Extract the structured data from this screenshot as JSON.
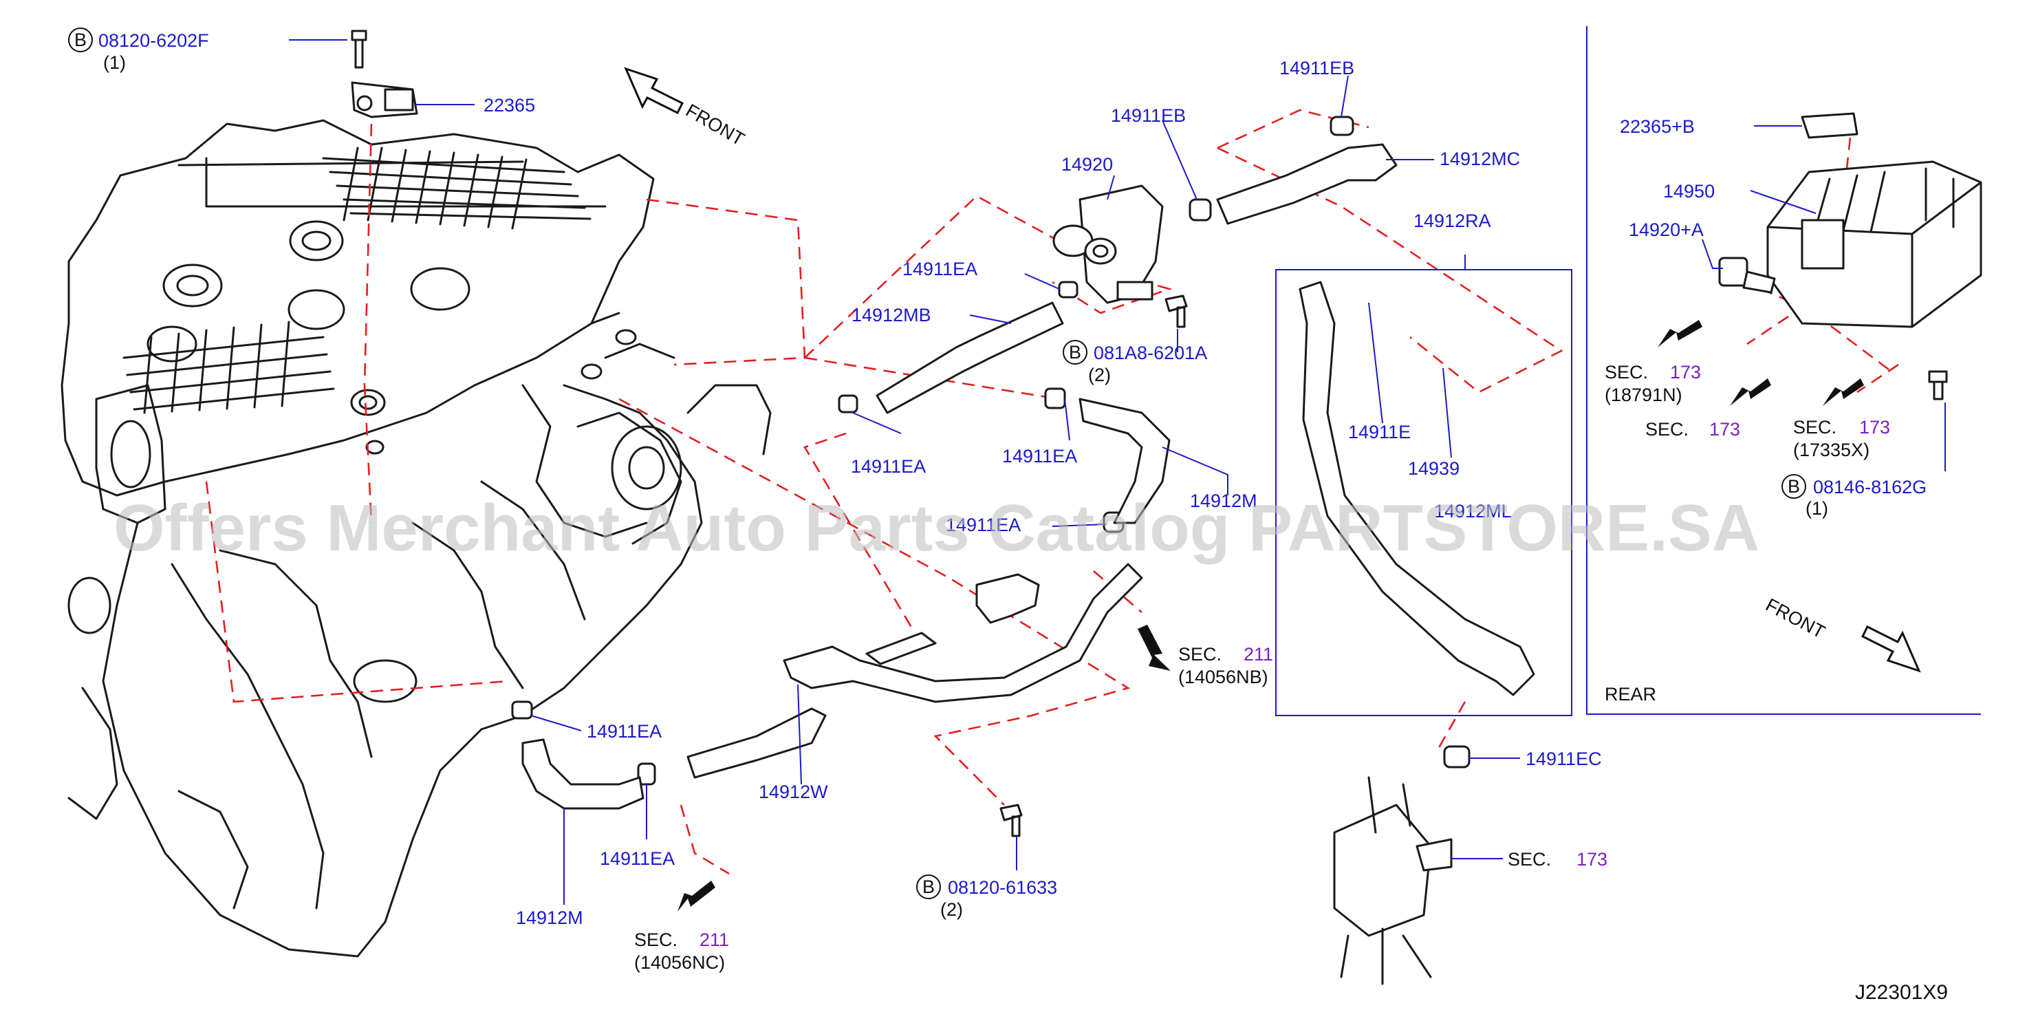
{
  "diagram": {
    "labels": {
      "bolt_top": "08120-6202F",
      "bolt_top_qty": "(1)",
      "sensor": "22365",
      "front_left": "FRONT",
      "clamp_eb_top": "14911EB",
      "clamp_eb": "14911EB",
      "hose_mc": "14912MC",
      "valve": "14920",
      "clamp_ea_1": "14911EA",
      "hose_mb": "14912MB",
      "bolt_mid": "081A8-6201A",
      "bolt_mid_qty": "(2)",
      "hose_ra": "14912RA",
      "clamp_e": "14911E",
      "filter": "14939",
      "clamp_ea_2": "14911EA",
      "clamp_ea_3": "14911EA",
      "hose_m_partial": "14912M",
      "clamp_ea_4": "14911EA",
      "hose_ml_partial": "14912ML",
      "sec_211_a": "SEC.",
      "sec_211_a_num": "211",
      "sec_211_a_ref": "(14056NB)",
      "clamp_ea_5": "14911EA",
      "tube_w": "14912W",
      "clamp_ea_6": "14911EA",
      "hose_m": "14912M",
      "bolt_bottom": "08120-61633",
      "bolt_bottom_qty": "(2)",
      "sec_211_b": "SEC.",
      "sec_211_b_num": "211",
      "sec_211_b_ref": "(14056NC)",
      "clamp_ec": "14911EC",
      "sec_173_mid": "SEC.",
      "sec_173_mid_num": "173",
      "sensor_b": "22365+B",
      "canister": "14950",
      "valve_a": "14920+A",
      "sec_173_r1": "SEC.",
      "sec_173_r1_num": "173",
      "sec_173_r1_ref": "(18791N)",
      "sec_173_r2": "SEC.",
      "sec_173_r2_num": "173",
      "sec_173_r3": "SEC.",
      "sec_173_r3_num": "173",
      "sec_173_r3_ref": "(17335X)",
      "bolt_right": "08146-8162G",
      "bolt_right_qty": "(1)",
      "front_right": "FRONT",
      "rear": "REAR",
      "drawing_no": "J22301X9",
      "b_marker": "B"
    },
    "watermark": "Offers Merchant Auto Parts Catalog PARTSTORE.SA",
    "colors": {
      "part_number": "#1a1acc",
      "section_number": "#7a1fc7",
      "phantom_line": "#e02020",
      "linework": "#1a1a1a"
    }
  }
}
